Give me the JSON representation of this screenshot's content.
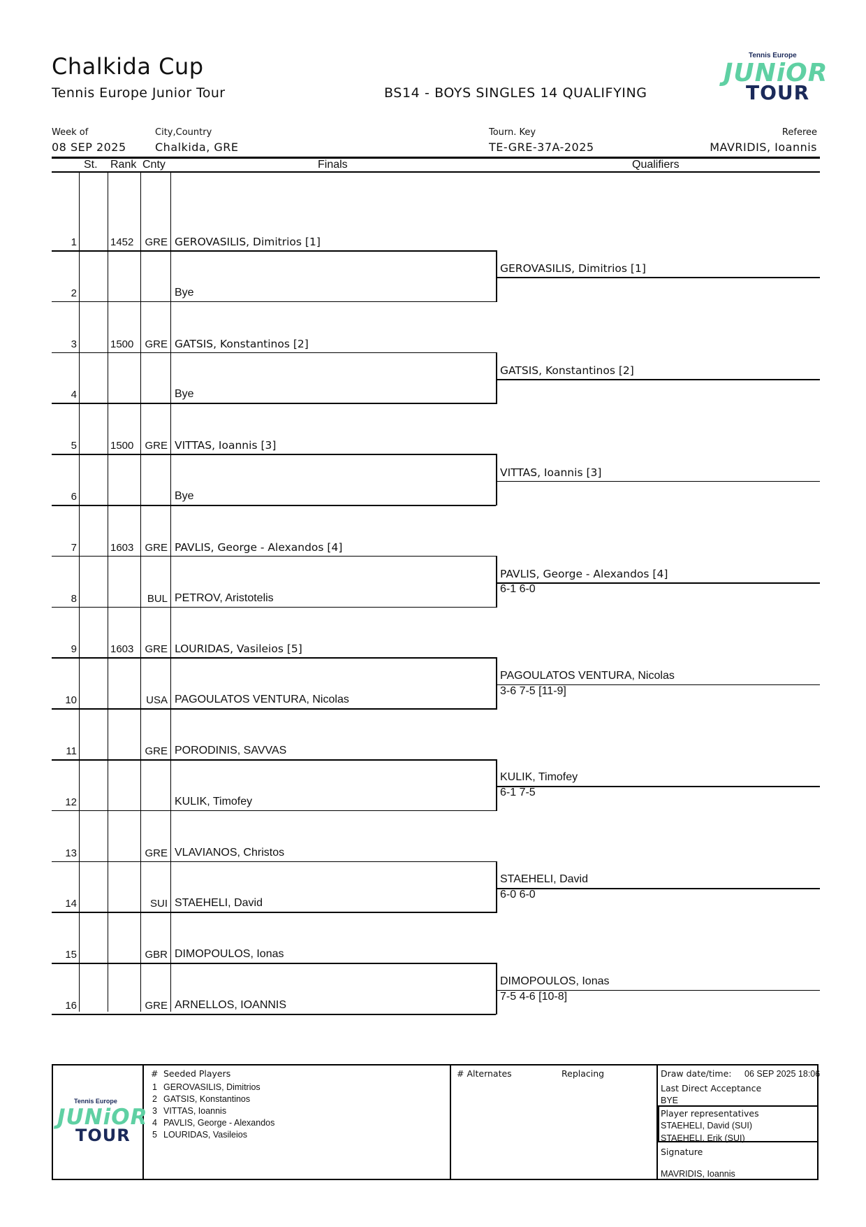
{
  "header": {
    "title": "Chalkida Cup",
    "subtitle": "Tennis Europe Junior Tour",
    "event": "BS14 - BOYS SINGLES 14 QUALIFYING",
    "week_label": "Week of",
    "week_value": "08 SEP 2025",
    "city_label": "City,Country",
    "city_value": "Chalkida, GRE",
    "key_label": "Tourn. Key",
    "key_value": "TE-GRE-37A-2025",
    "referee_label": "Referee",
    "referee_value": "MAVRIDIS, Ioannis"
  },
  "logo": {
    "top": "Tennis Europe",
    "junior": "JUNiOR",
    "tour": "TOUR"
  },
  "columns": {
    "st": "St.",
    "rank": "Rank",
    "cnty": "Cnty",
    "finals": "Finals",
    "qualifiers": "Qualifiers"
  },
  "draw": [
    {
      "num": "1",
      "rank": "1452",
      "cnty": "GRE",
      "name": "GEROVASILIS, Dimitrios [1]"
    },
    {
      "num": "2",
      "rank": "",
      "cnty": "",
      "name": "Bye"
    },
    {
      "num": "3",
      "rank": "1500",
      "cnty": "GRE",
      "name": "GATSIS, Konstantinos [2]"
    },
    {
      "num": "4",
      "rank": "",
      "cnty": "",
      "name": "Bye"
    },
    {
      "num": "5",
      "rank": "1500",
      "cnty": "GRE",
      "name": "VITTAS, Ioannis [3]"
    },
    {
      "num": "6",
      "rank": "",
      "cnty": "",
      "name": "Bye"
    },
    {
      "num": "7",
      "rank": "1603",
      "cnty": "GRE",
      "name": "PAVLIS, George - Alexandos [4]"
    },
    {
      "num": "8",
      "rank": "",
      "cnty": "BUL",
      "name": "PETROV, Aristotelis"
    },
    {
      "num": "9",
      "rank": "1603",
      "cnty": "GRE",
      "name": "LOURIDAS, Vasileios [5]"
    },
    {
      "num": "10",
      "rank": "",
      "cnty": "USA",
      "name": "PAGOULATOS VENTURA, Nicolas"
    },
    {
      "num": "11",
      "rank": "",
      "cnty": "GRE",
      "name": "PORODINIS, SAVVAS"
    },
    {
      "num": "12",
      "rank": "",
      "cnty": "",
      "name": "KULIK, Timofey"
    },
    {
      "num": "13",
      "rank": "",
      "cnty": "GRE",
      "name": "VLAVIANOS, Christos"
    },
    {
      "num": "14",
      "rank": "",
      "cnty": "SUI",
      "name": "STAEHELI, David"
    },
    {
      "num": "15",
      "rank": "",
      "cnty": "GBR",
      "name": "DIMOPOULOS, Ionas"
    },
    {
      "num": "16",
      "rank": "",
      "cnty": "GRE",
      "name": "ARNELLOS, IOANNIS"
    }
  ],
  "qualifiers": [
    {
      "name": "GEROVASILIS, Dimitrios [1]",
      "score": ""
    },
    {
      "name": "GATSIS, Konstantinos [2]",
      "score": ""
    },
    {
      "name": "VITTAS, Ioannis [3]",
      "score": ""
    },
    {
      "name": "PAVLIS, George - Alexandos [4]",
      "score": "6-1 6-0"
    },
    {
      "name": "PAGOULATOS VENTURA, Nicolas",
      "score": "3-6 7-5 [11-9]"
    },
    {
      "name": "KULIK, Timofey",
      "score": "6-1 7-5"
    },
    {
      "name": "STAEHELI, David",
      "score": "6-0 6-0"
    },
    {
      "name": "DIMOPOULOS, Ionas",
      "score": "7-5 4-6 [10-8]"
    }
  ],
  "footer": {
    "hash": "#",
    "seeded_title": "Seeded Players",
    "seeded": [
      {
        "n": "1",
        "name": "GEROVASILIS, Dimitrios"
      },
      {
        "n": "2",
        "name": "GATSIS, Konstantinos"
      },
      {
        "n": "3",
        "name": "VITTAS, Ioannis"
      },
      {
        "n": "4",
        "name": "PAVLIS, George - Alexandos"
      },
      {
        "n": "5",
        "name": "LOURIDAS, Vasileios"
      }
    ],
    "alternates_title": "# Alternates",
    "replacing_title": "Replacing",
    "draw_label": "Draw date/time:",
    "draw_value": "06 SEP 2025 18:06",
    "lda_label": "Last Direct Acceptance",
    "lda_value": "BYE",
    "reps_label": "Player representatives",
    "rep1": "STAEHELI, David (SUI)",
    "rep2": "STAEHELI, Erik (SUI)",
    "signature_label": "Signature",
    "signature_value": "MAVRIDIS, Ioannis"
  }
}
